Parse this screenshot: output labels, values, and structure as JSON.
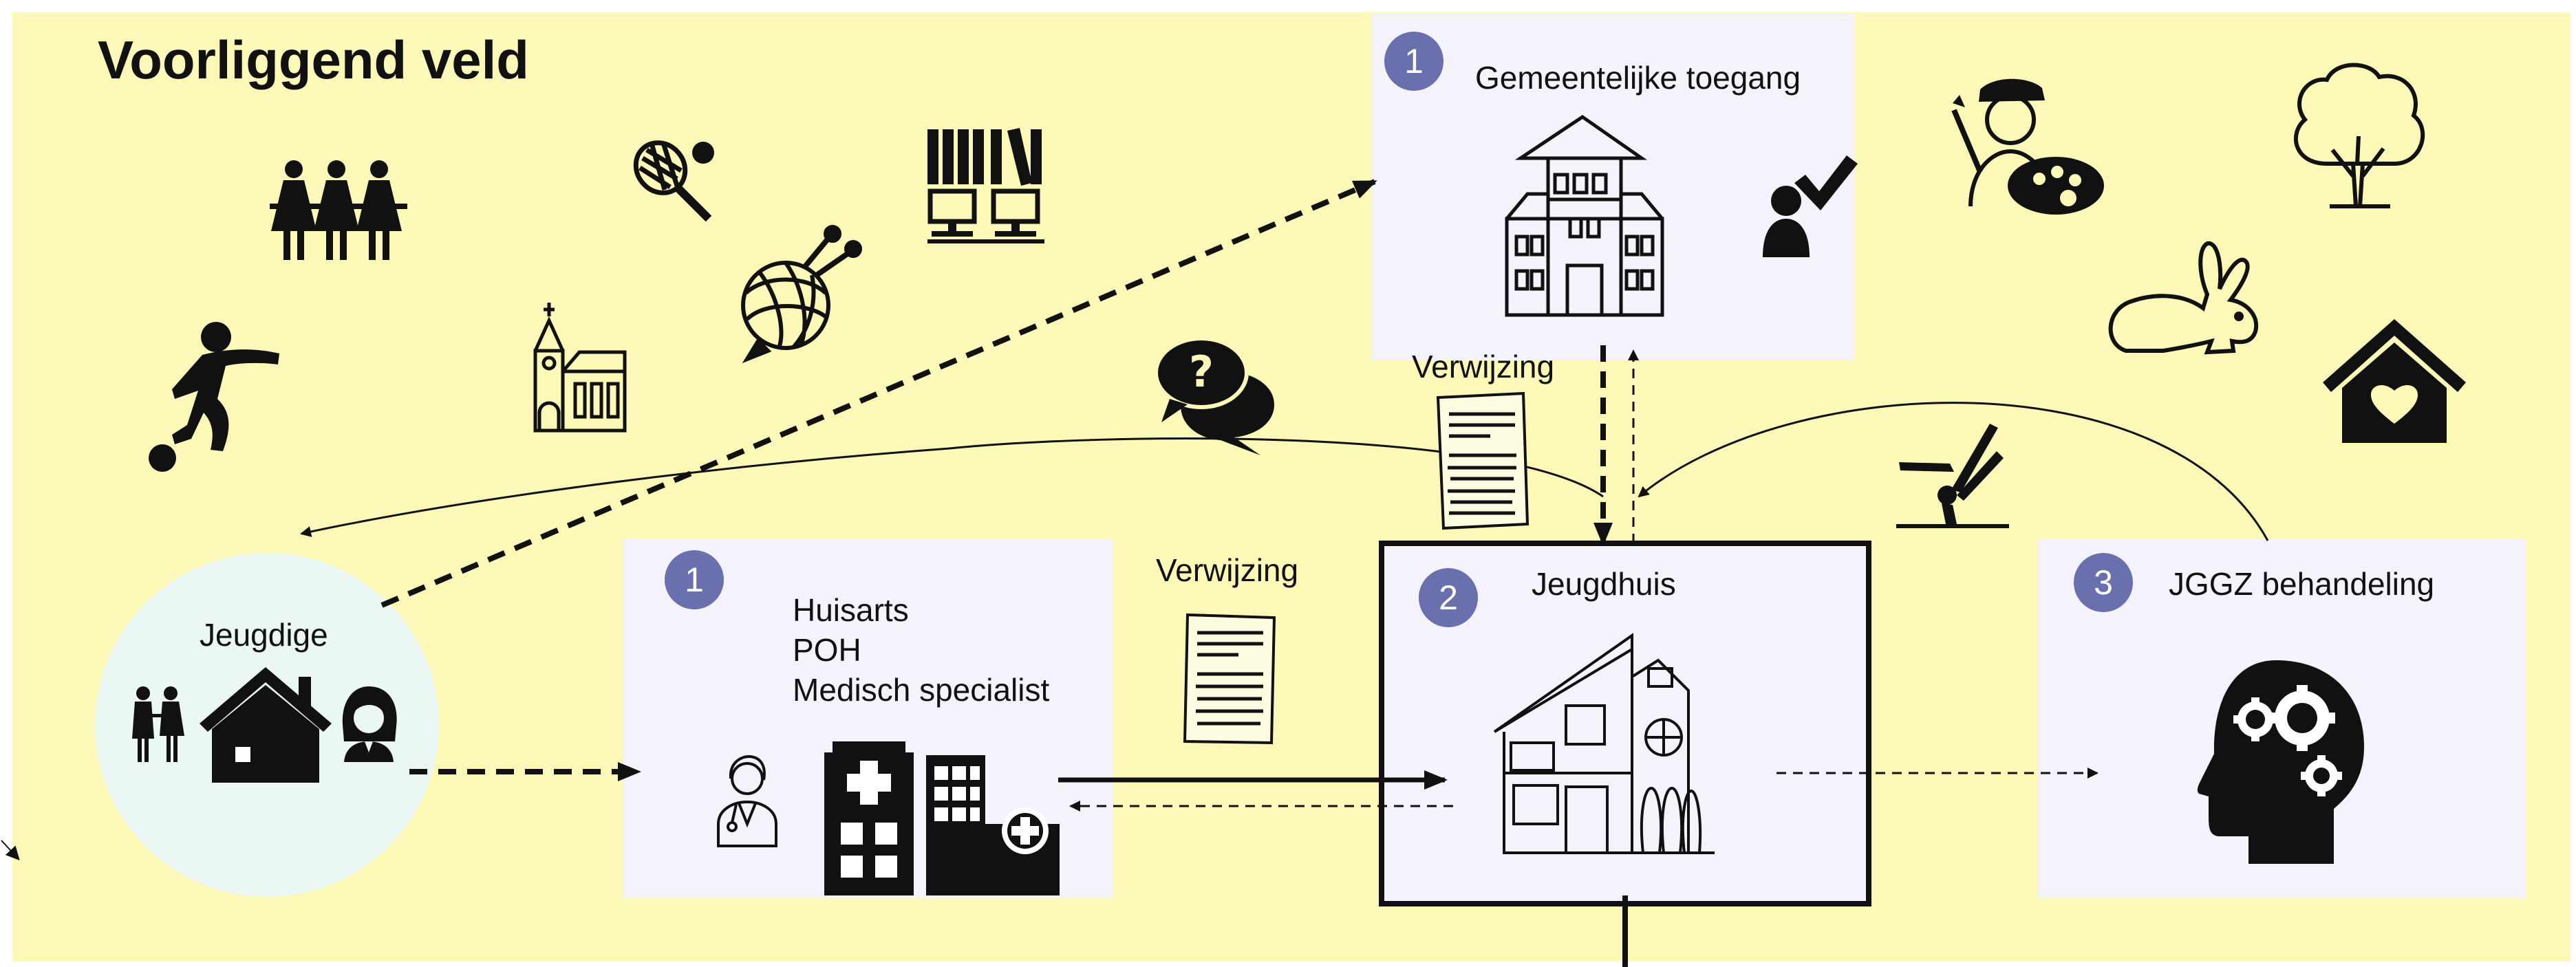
{
  "title": "Voorliggend veld",
  "jeugdige": {
    "label": "Jeugdige"
  },
  "huisarts_box": {
    "badge": "1",
    "lines": [
      "Huisarts",
      "POH",
      "Medisch specialist"
    ]
  },
  "gemeente_box": {
    "badge": "1",
    "title": "Gemeentelijke toegang"
  },
  "jeugdhuis_box": {
    "badge": "2",
    "title": "Jeugdhuis"
  },
  "jggz_box": {
    "badge": "3",
    "title": "JGGZ behandeling"
  },
  "verwijzing_labels": [
    "Verwijzing",
    "Verwijzing"
  ],
  "colors": {
    "field": "#fcf8b8",
    "box": "#f4f2fa",
    "jeugdige_circle": "#eaf7f3",
    "badge": "#6a6fae",
    "ink": "#111111"
  },
  "icons": [
    "family-icon",
    "tennis-icon",
    "library-icon",
    "church-icon",
    "knitting-icon",
    "soccer-player-icon",
    "question-chat-icon",
    "painter-icon",
    "tree-icon",
    "rabbit-icon",
    "home-heart-icon",
    "gymnast-icon",
    "checked-user-icon",
    "doctor-icon",
    "hospital-icon",
    "school-building-icon",
    "modern-house-icon",
    "gear-head-icon",
    "referral-document-icon"
  ]
}
